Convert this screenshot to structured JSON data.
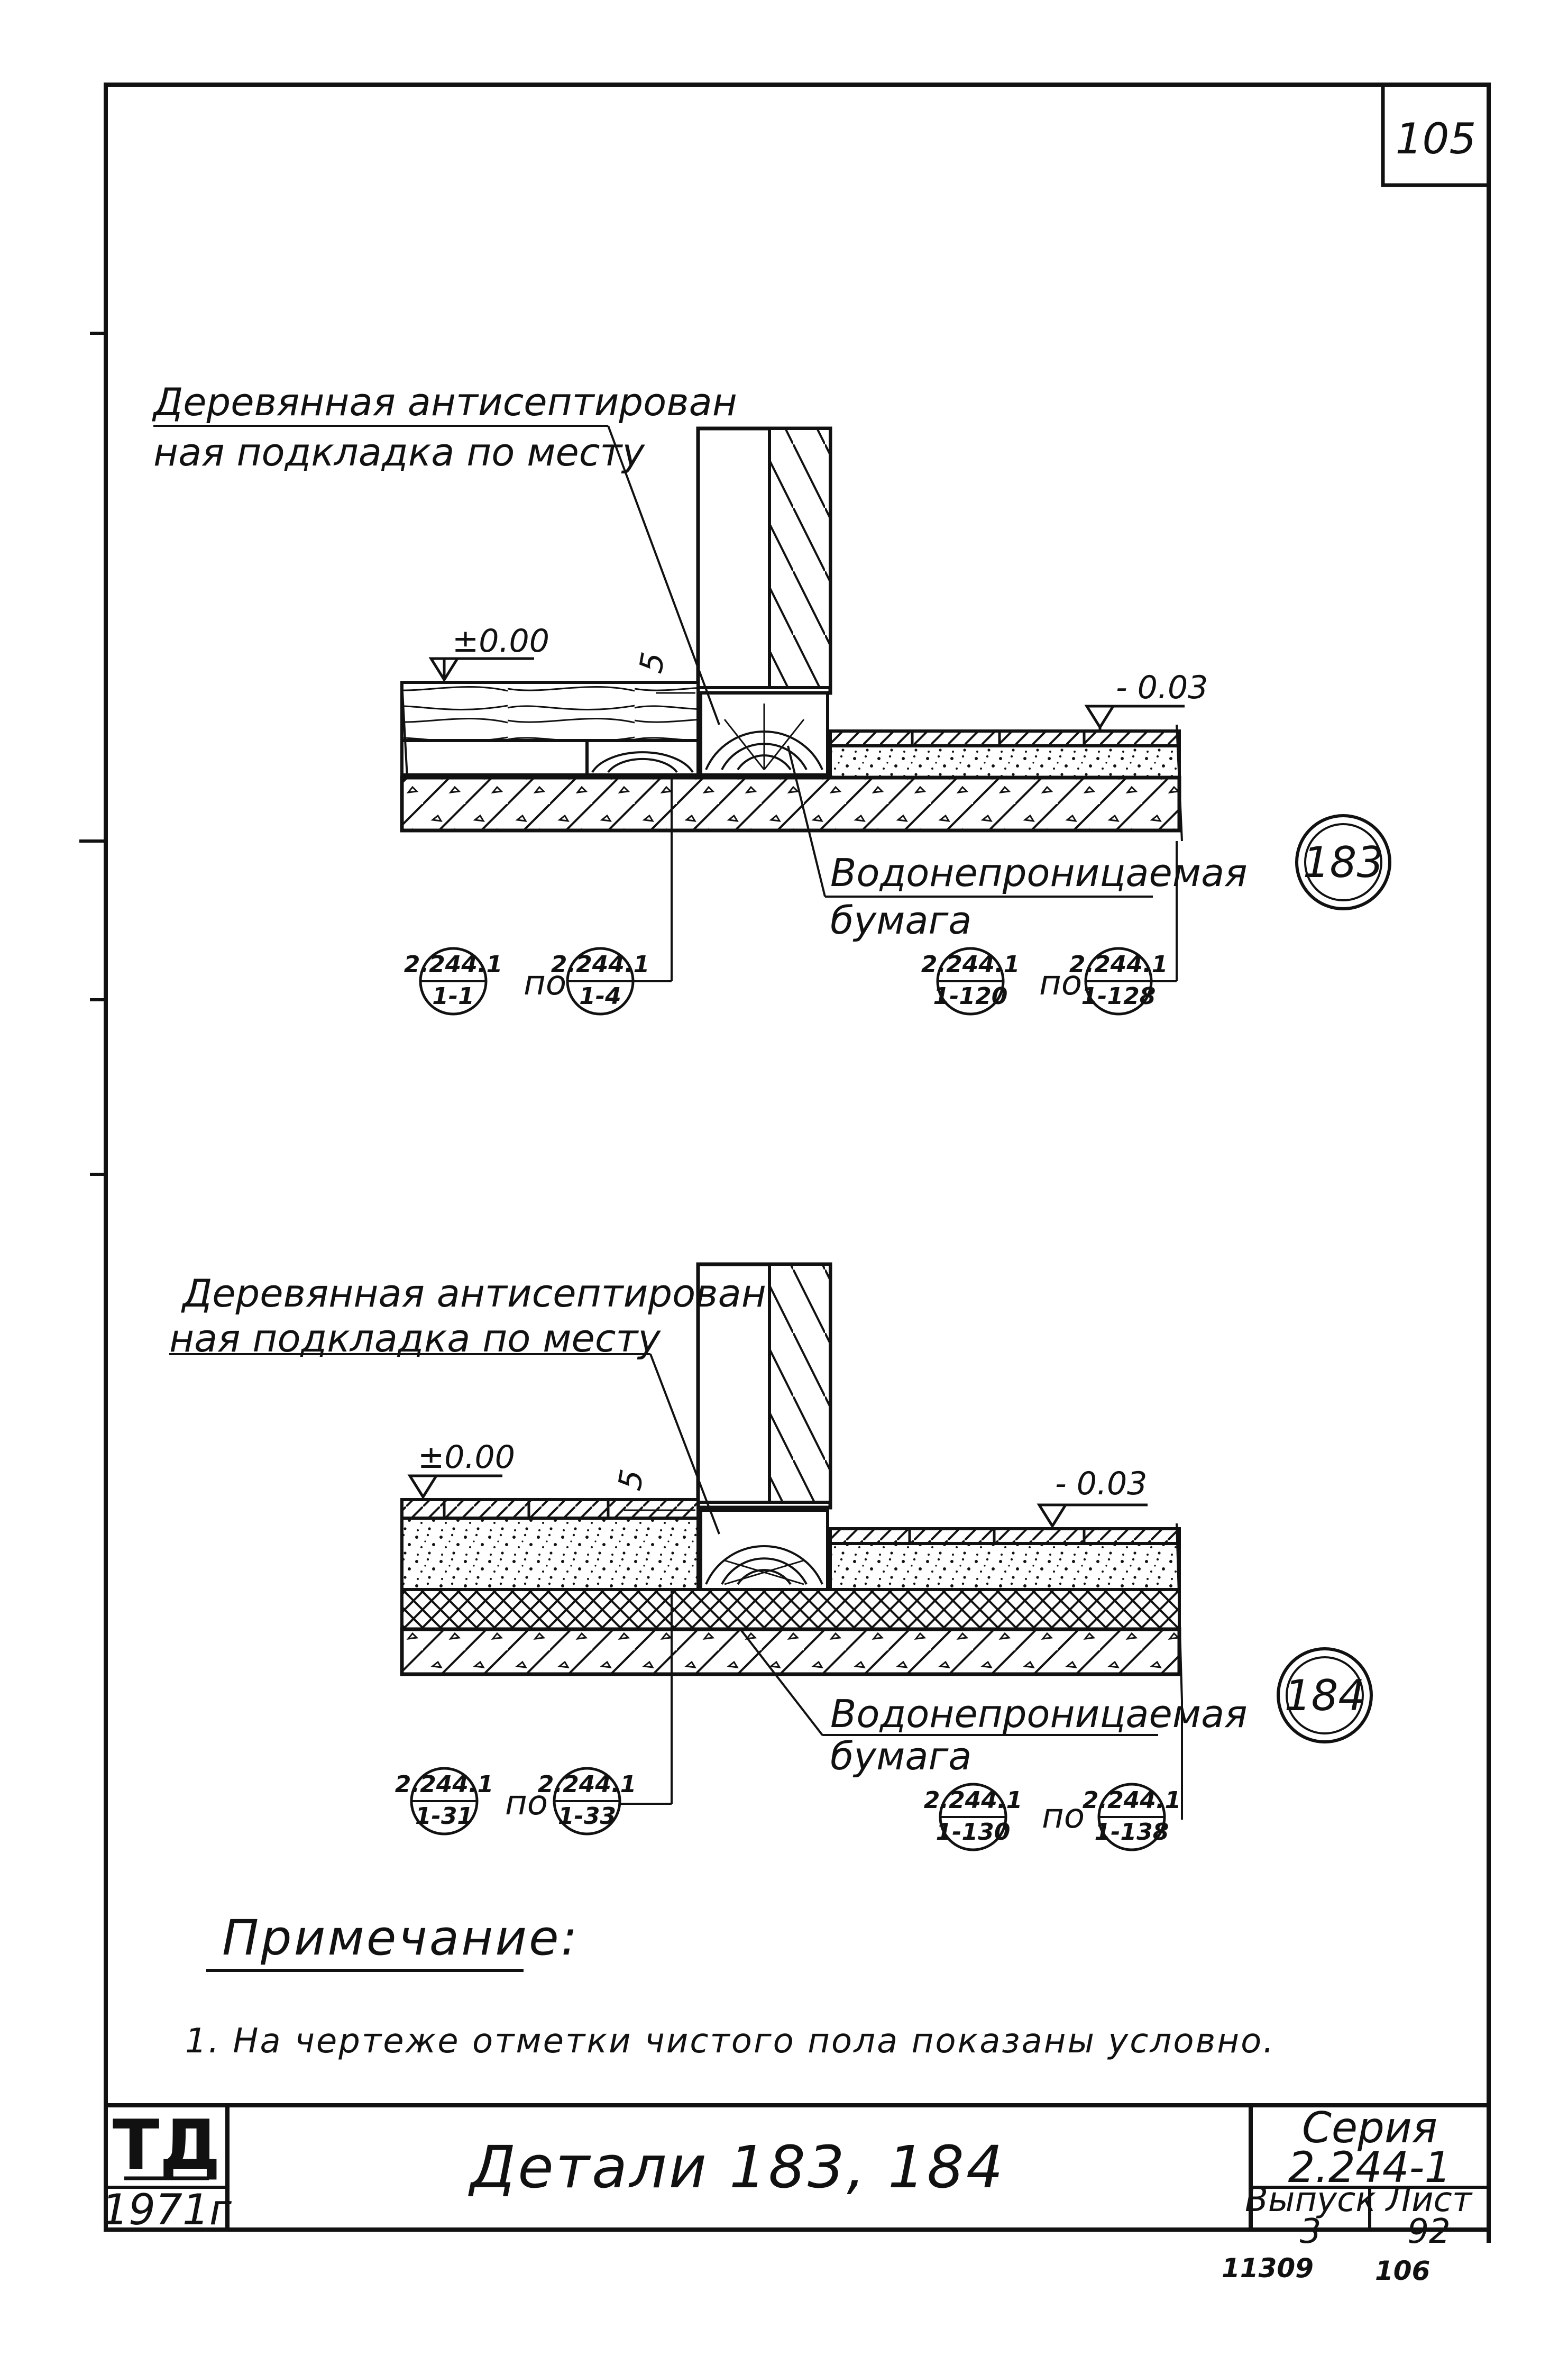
{
  "sheet": {
    "page_number": "105",
    "footer_left": "11309",
    "footer_right": "106"
  },
  "detail_183": {
    "number": "183",
    "pad_label_line1": "Деревянная антисептирован",
    "pad_label_line2": "ная подкладка по месту",
    "level_left": "±0.00",
    "level_right": "- 0.03",
    "gap": "5",
    "paper_line1": "Водонепроницаемая",
    "paper_line2": "бумага",
    "ref_word": "по",
    "refs": [
      {
        "top": "2.244.1",
        "bottom": "1-1"
      },
      {
        "top": "2.244.1",
        "bottom": "1-4"
      },
      {
        "top": "2.244.1",
        "bottom": "1-120"
      },
      {
        "top": "2.244.1",
        "bottom": "1-128"
      }
    ]
  },
  "detail_184": {
    "number": "184",
    "pad_label_line1": "Деревянная антисептирован",
    "pad_label_line2": "ная подкладка по месту",
    "level_left": "±0.00",
    "level_right": "- 0.03",
    "gap": "5",
    "paper_line1": "Водонепроницаемая",
    "paper_line2": "бумага",
    "ref_word": "по",
    "refs": [
      {
        "top": "2.244.1",
        "bottom": "1-31"
      },
      {
        "top": "2.244.1",
        "bottom": "1-33"
      },
      {
        "top": "2.244.1",
        "bottom": "1-130"
      },
      {
        "top": "2.244.1",
        "bottom": "1-138"
      }
    ]
  },
  "note": {
    "heading": "Примечание:",
    "items": [
      "1. На чертеже отметки чистого пола показаны условно."
    ]
  },
  "title_block": {
    "stamp": "ТД",
    "year": "1971г",
    "title": "Детали 183, 184",
    "series_label": "Серия",
    "series_value": "2.244-1",
    "issue_label": "Выпуск",
    "issue_value": "3",
    "sheet_label": "Лист",
    "sheet_value": "92"
  }
}
